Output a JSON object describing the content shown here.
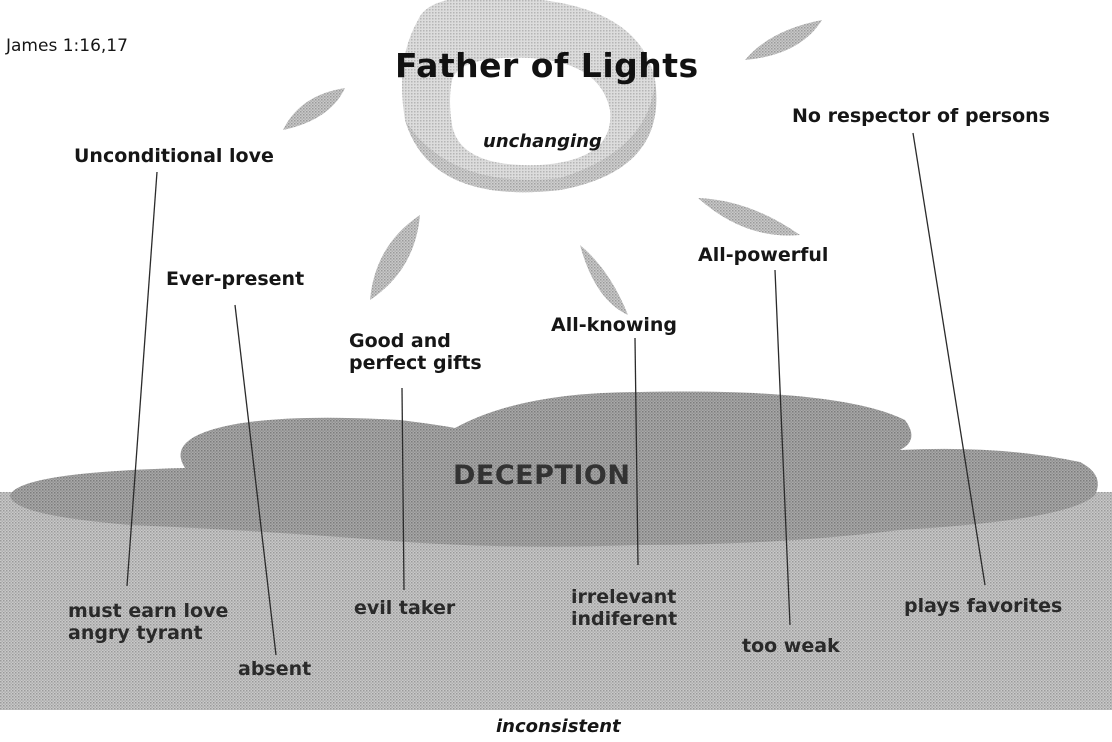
{
  "reference": "James 1:16,17",
  "title": "Father of Lights",
  "sun_label": "unchanging",
  "center_label": "DECEPTION",
  "bottom_caption": "inconsistent",
  "attributes": [
    {
      "truth": "Unconditional love",
      "lies": [
        "must earn love",
        "angry tyrant"
      ]
    },
    {
      "truth": "Ever-present",
      "lies": [
        "absent"
      ]
    },
    {
      "truth": [
        "Good and",
        "perfect gifts"
      ],
      "lies": [
        "evil taker"
      ]
    },
    {
      "truth": "All-knowing",
      "lies": [
        "irrelevant",
        "indiferent"
      ]
    },
    {
      "truth": "All-powerful",
      "lies": [
        "too weak"
      ]
    },
    {
      "truth": "No respector of persons",
      "lies": [
        "plays favorites"
      ]
    }
  ]
}
